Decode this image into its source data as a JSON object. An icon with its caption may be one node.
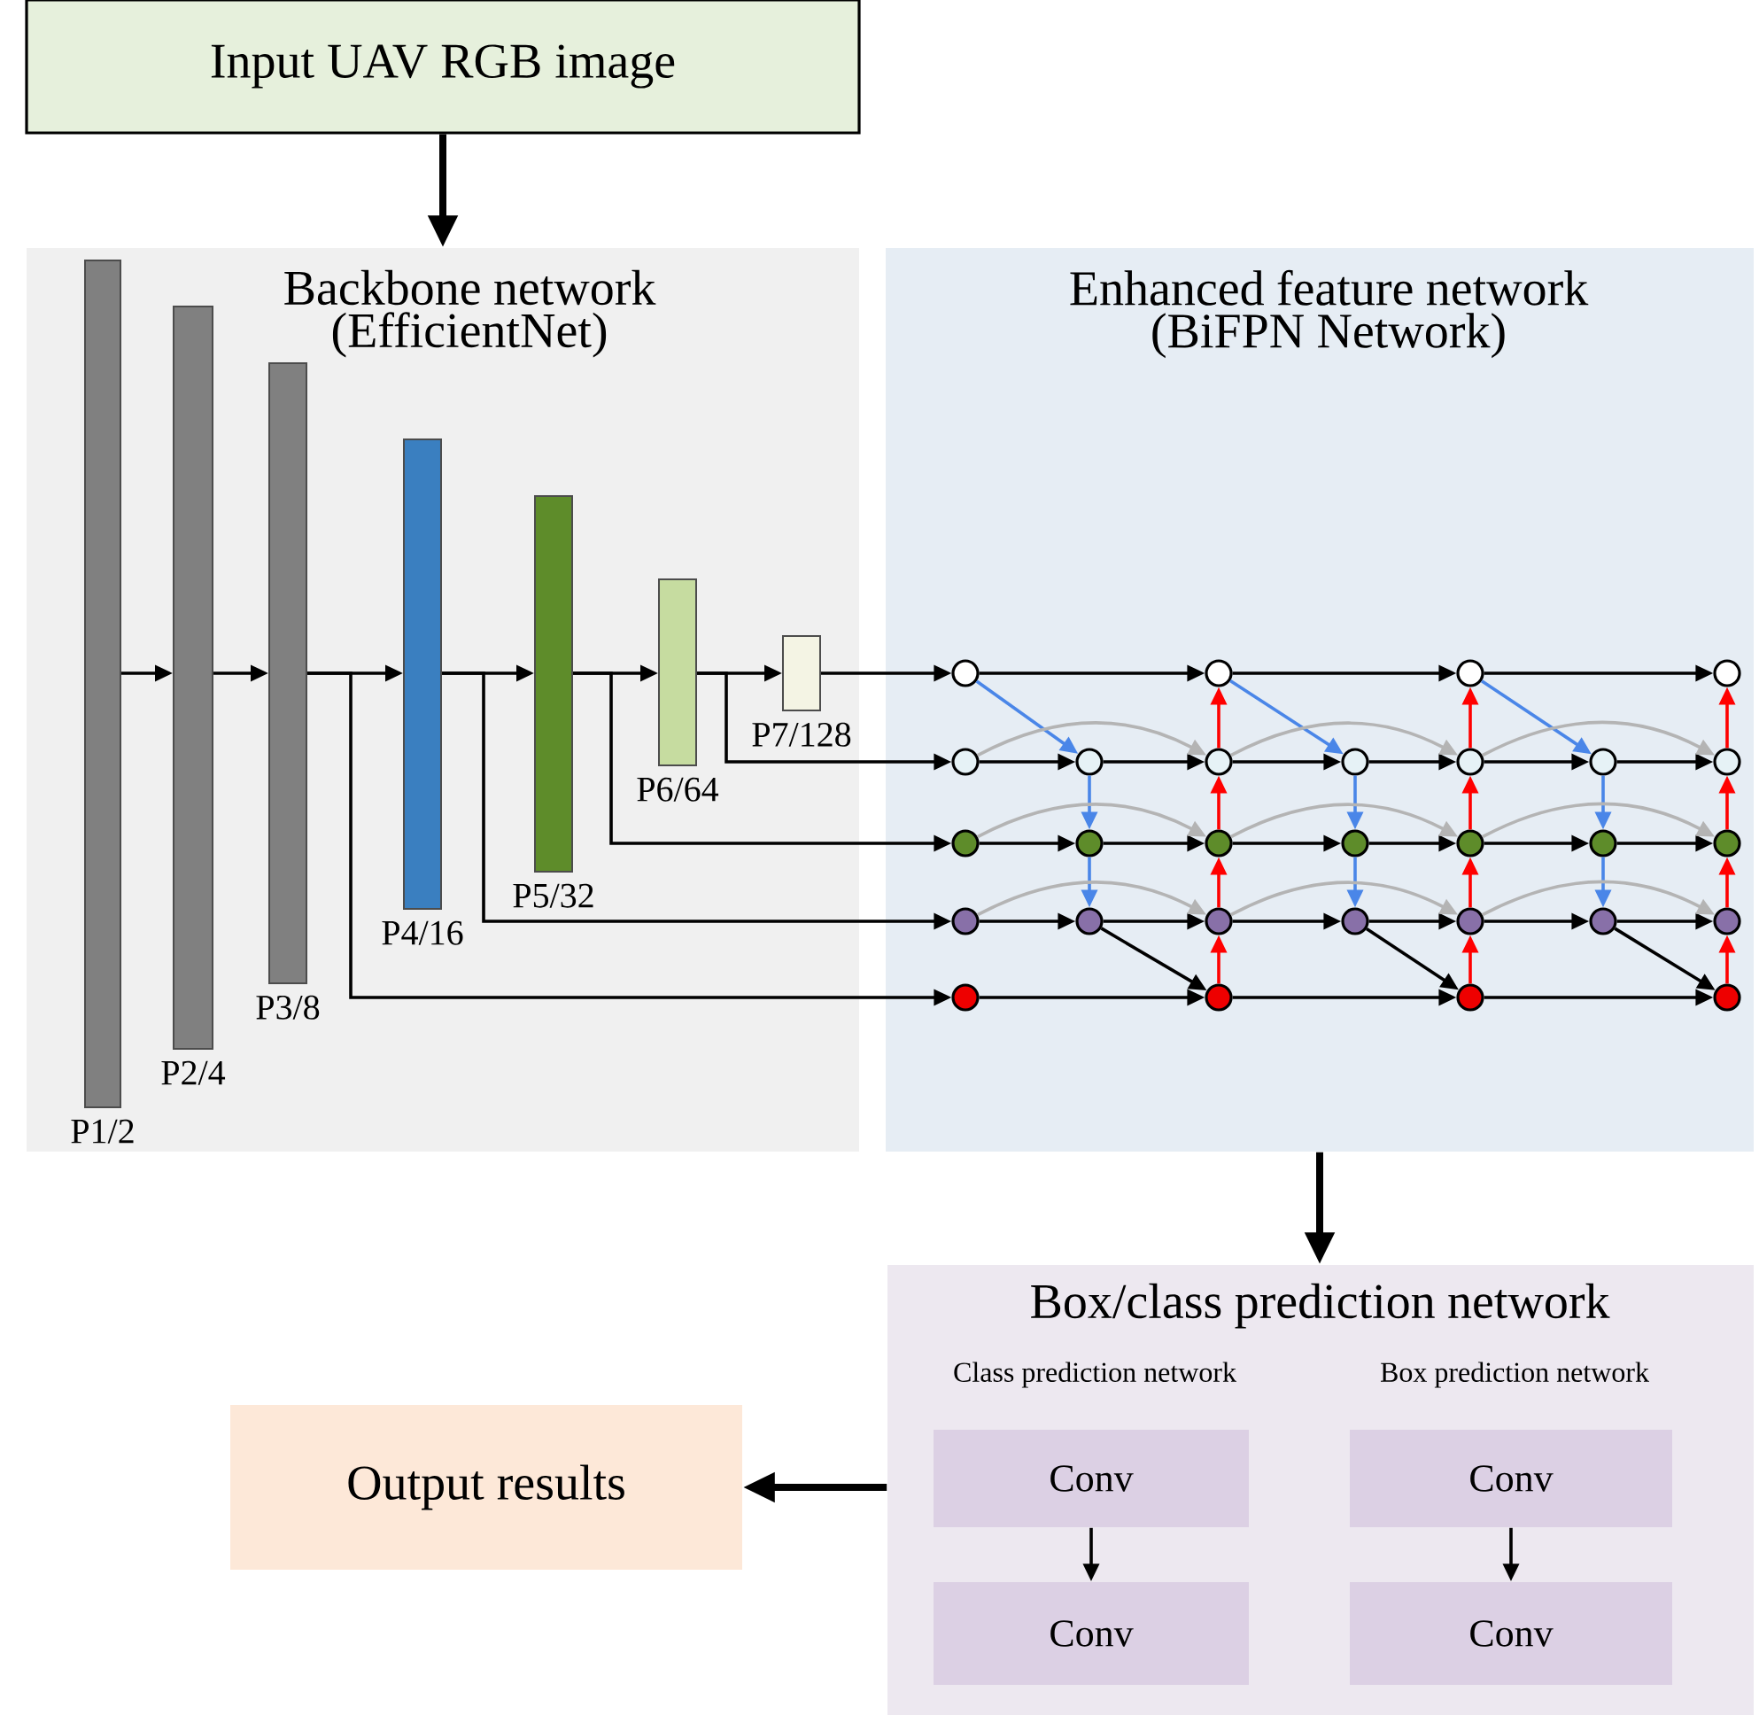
{
  "diagram": {
    "nodes": [
      {
        "text": [
          "Input UAV RGB image"
        ]
      },
      {
        "text": [
          "Backbone network (EfficientNet)"
        ]
      },
      {
        "text": [],
        "shape": "bar",
        "in": 1,
        "beside": [
          "P1/2"
        ]
      },
      {
        "text": [],
        "shape": "bar",
        "in": 1,
        "beside": [
          "P2/4"
        ]
      },
      {
        "text": [],
        "shape": "bar",
        "in": 1,
        "beside": [
          "P3/8"
        ]
      },
      {
        "text": [],
        "shape": "bar",
        "in": 1,
        "beside": [
          "P4/16"
        ]
      },
      {
        "text": [],
        "shape": "bar",
        "in": 1,
        "beside": [
          "P5/32"
        ]
      },
      {
        "text": [],
        "shape": "bar",
        "in": 1,
        "beside": [
          "P6/64"
        ]
      },
      {
        "text": [],
        "shape": "box",
        "in": 1,
        "beside": [
          "P7/128"
        ]
      },
      {
        "text": [
          "Enhanced feature network (BiFPN Network)"
        ]
      },
      {
        "text": [],
        "shape": "circle",
        "in": 9
      },
      {
        "text": [],
        "shape": "circle",
        "in": 9
      },
      {
        "text": [],
        "shape": "circle",
        "in": 9
      },
      {
        "text": [],
        "shape": "circle",
        "in": 9
      },
      {
        "text": [],
        "shape": "circle",
        "in": 9
      },
      {
        "text": [],
        "shape": "circle",
        "in": 9
      },
      {
        "text": [],
        "shape": "circle",
        "in": 9
      },
      {
        "text": [],
        "shape": "circle",
        "in": 9
      },
      {
        "text": [],
        "shape": "circle",
        "in": 9
      },
      {
        "text": [],
        "shape": "circle",
        "in": 9
      },
      {
        "text": [],
        "shape": "circle",
        "in": 9
      },
      {
        "text": [],
        "shape": "circle",
        "in": 9
      },
      {
        "text": [],
        "shape": "circle",
        "in": 9
      },
      {
        "text": [],
        "shape": "circle",
        "in": 9
      },
      {
        "text": [],
        "shape": "circle",
        "in": 9
      },
      {
        "text": [],
        "shape": "circle",
        "in": 9
      },
      {
        "text": [],
        "shape": "circle",
        "in": 9
      },
      {
        "text": [],
        "shape": "circle",
        "in": 9
      },
      {
        "text": [],
        "shape": "circle",
        "in": 9
      },
      {
        "text": [],
        "shape": "circle",
        "in": 9
      },
      {
        "text": [],
        "shape": "circle",
        "in": 9
      },
      {
        "text": [],
        "shape": "circle",
        "in": 9
      },
      {
        "text": [],
        "shape": "circle",
        "in": 9
      },
      {
        "text": [],
        "shape": "circle",
        "in": 9
      },
      {
        "text": [],
        "shape": "circle",
        "in": 9
      },
      {
        "text": [],
        "shape": "circle",
        "in": 9
      },
      {
        "text": [],
        "shape": "circle",
        "in": 9
      },
      {
        "text": [],
        "shape": "circle",
        "in": 9
      },
      {
        "text": [],
        "shape": "circle",
        "in": 9
      },
      {
        "text": [
          "Box/class prediction network"
        ]
      },
      {
        "text": [
          "Conv"
        ],
        "in": 39
      },
      {
        "text": [
          "Conv"
        ],
        "in": 39
      },
      {
        "text": [
          "Conv"
        ],
        "in": 39
      },
      {
        "text": [
          "Conv"
        ],
        "in": 39
      },
      {
        "text": [
          "Output results"
        ]
      }
    ],
    "edges": [
      {
        "from": 0,
        "to": 1,
        "arrow": "to",
        "style": "thick"
      },
      {
        "from": 2,
        "to": 3,
        "arrow": "to"
      },
      {
        "from": 3,
        "to": 4,
        "arrow": "to"
      },
      {
        "from": 4,
        "to": 5,
        "arrow": "to"
      },
      {
        "from": 5,
        "to": 6,
        "arrow": "to"
      },
      {
        "from": 6,
        "to": 7,
        "arrow": "to"
      },
      {
        "from": 7,
        "to": 8,
        "arrow": "to"
      },
      {
        "from": 8,
        "to": 10,
        "arrow": "to"
      },
      {
        "from": 7,
        "to": 14,
        "arrow": "to"
      },
      {
        "from": 6,
        "to": 21,
        "arrow": "to"
      },
      {
        "from": 5,
        "to": 28,
        "arrow": "to"
      },
      {
        "from": 4,
        "to": 35,
        "arrow": "to"
      },
      {
        "from": 10,
        "to": 11,
        "arrow": "to"
      },
      {
        "from": 11,
        "to": 12,
        "arrow": "to"
      },
      {
        "from": 12,
        "to": 13,
        "arrow": "to"
      },
      {
        "from": 14,
        "to": 15,
        "arrow": "to"
      },
      {
        "from": 15,
        "to": 16,
        "arrow": "to"
      },
      {
        "from": 16,
        "to": 17,
        "arrow": "to"
      },
      {
        "from": 17,
        "to": 18,
        "arrow": "to"
      },
      {
        "from": 18,
        "to": 19,
        "arrow": "to"
      },
      {
        "from": 19,
        "to": 20,
        "arrow": "to"
      },
      {
        "from": 21,
        "to": 22,
        "arrow": "to"
      },
      {
        "from": 22,
        "to": 23,
        "arrow": "to"
      },
      {
        "from": 23,
        "to": 24,
        "arrow": "to"
      },
      {
        "from": 24,
        "to": 25,
        "arrow": "to"
      },
      {
        "from": 25,
        "to": 26,
        "arrow": "to"
      },
      {
        "from": 26,
        "to": 27,
        "arrow": "to"
      },
      {
        "from": 28,
        "to": 29,
        "arrow": "to"
      },
      {
        "from": 29,
        "to": 30,
        "arrow": "to"
      },
      {
        "from": 30,
        "to": 31,
        "arrow": "to"
      },
      {
        "from": 31,
        "to": 32,
        "arrow": "to"
      },
      {
        "from": 32,
        "to": 33,
        "arrow": "to"
      },
      {
        "from": 33,
        "to": 34,
        "arrow": "to"
      },
      {
        "from": 35,
        "to": 36,
        "arrow": "to"
      },
      {
        "from": 36,
        "to": 37,
        "arrow": "to"
      },
      {
        "from": 37,
        "to": 38,
        "arrow": "to"
      },
      {
        "from": 10,
        "to": 15,
        "arrow": "to",
        "color": "#4a86e8"
      },
      {
        "from": 11,
        "to": 17,
        "arrow": "to",
        "color": "#4a86e8"
      },
      {
        "from": 12,
        "to": 19,
        "arrow": "to",
        "color": "#4a86e8"
      },
      {
        "from": 15,
        "to": 22,
        "arrow": "to",
        "color": "#4a86e8"
      },
      {
        "from": 22,
        "to": 29,
        "arrow": "to",
        "color": "#4a86e8"
      },
      {
        "from": 17,
        "to": 24,
        "arrow": "to",
        "color": "#4a86e8"
      },
      {
        "from": 24,
        "to": 31,
        "arrow": "to",
        "color": "#4a86e8"
      },
      {
        "from": 19,
        "to": 26,
        "arrow": "to",
        "color": "#4a86e8"
      },
      {
        "from": 26,
        "to": 33,
        "arrow": "to",
        "color": "#4a86e8"
      },
      {
        "from": 29,
        "to": 36,
        "arrow": "to"
      },
      {
        "from": 31,
        "to": 37,
        "arrow": "to"
      },
      {
        "from": 33,
        "to": 38,
        "arrow": "to"
      },
      {
        "from": 36,
        "to": 30,
        "arrow": "to",
        "color": "#ff0000"
      },
      {
        "from": 30,
        "to": 23,
        "arrow": "to",
        "color": "#ff0000"
      },
      {
        "from": 23,
        "to": 16,
        "arrow": "to",
        "color": "#ff0000"
      },
      {
        "from": 16,
        "to": 11,
        "arrow": "to",
        "color": "#ff0000"
      },
      {
        "from": 37,
        "to": 32,
        "arrow": "to",
        "color": "#ff0000"
      },
      {
        "from": 32,
        "to": 25,
        "arrow": "to",
        "color": "#ff0000"
      },
      {
        "from": 25,
        "to": 18,
        "arrow": "to",
        "color": "#ff0000"
      },
      {
        "from": 18,
        "to": 12,
        "arrow": "to",
        "color": "#ff0000"
      },
      {
        "from": 38,
        "to": 34,
        "arrow": "to",
        "color": "#ff0000"
      },
      {
        "from": 34,
        "to": 27,
        "arrow": "to",
        "color": "#ff0000"
      },
      {
        "from": 27,
        "to": 20,
        "arrow": "to",
        "color": "#ff0000"
      },
      {
        "from": 20,
        "to": 13,
        "arrow": "to",
        "color": "#ff0000"
      },
      {
        "from": 14,
        "to": 16,
        "arrow": "to",
        "color": "#b4b4b4"
      },
      {
        "from": 16,
        "to": 18,
        "arrow": "to",
        "color": "#b4b4b4"
      },
      {
        "from": 18,
        "to": 20,
        "arrow": "to",
        "color": "#b4b4b4"
      },
      {
        "from": 21,
        "to": 23,
        "arrow": "to",
        "color": "#b4b4b4"
      },
      {
        "from": 23,
        "to": 25,
        "arrow": "to",
        "color": "#b4b4b4"
      },
      {
        "from": 25,
        "to": 27,
        "arrow": "to",
        "color": "#b4b4b4"
      },
      {
        "from": 28,
        "to": 30,
        "arrow": "to",
        "color": "#b4b4b4"
      },
      {
        "from": 30,
        "to": 32,
        "arrow": "to",
        "color": "#b4b4b4"
      },
      {
        "from": 32,
        "to": 34,
        "arrow": "to",
        "color": "#b4b4b4"
      },
      {
        "from": 9,
        "to": 39,
        "arrow": "to",
        "style": "thick"
      },
      {
        "from": 39,
        "to": 44,
        "arrow": "to",
        "style": "thick"
      },
      {
        "from": 40,
        "to": 42,
        "arrow": "to"
      },
      {
        "from": 41,
        "to": 43,
        "arrow": "to"
      }
    ],
    "labels": [
      "Class prediction network",
      "Box prediction network"
    ]
  }
}
